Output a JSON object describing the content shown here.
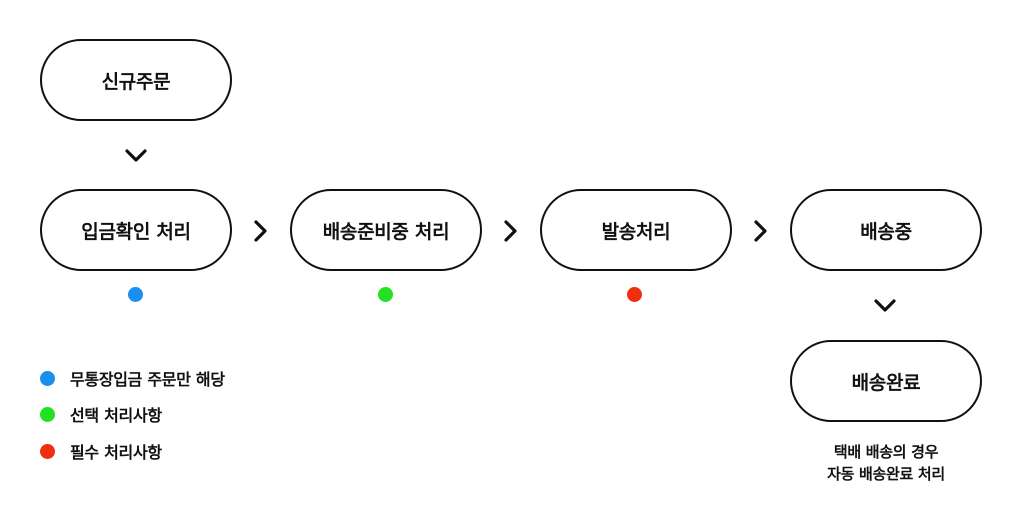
{
  "nodes": {
    "new_order": "신규주문",
    "payment_confirm": "입금확인 처리",
    "shipping_prep": "배송준비중 처리",
    "dispatch": "발송처리",
    "in_delivery": "배송중",
    "delivered": "배송완료"
  },
  "legend": [
    {
      "label": "무통장입금 주문만 해당",
      "color": "#1a8ff0"
    },
    {
      "label": "선택 처리사항",
      "color": "#22e022"
    },
    {
      "label": "필수 처리사항",
      "color": "#f02f10"
    }
  ],
  "step_markers": {
    "payment_confirm": "#1a8ff0",
    "shipping_prep": "#22e022",
    "dispatch": "#f02f10"
  },
  "note": {
    "line1": "택배 배송의 경우",
    "line2": "자동 배송완료 처리"
  },
  "icons": {
    "down": "chevron-down-icon",
    "right": "chevron-right-icon"
  }
}
